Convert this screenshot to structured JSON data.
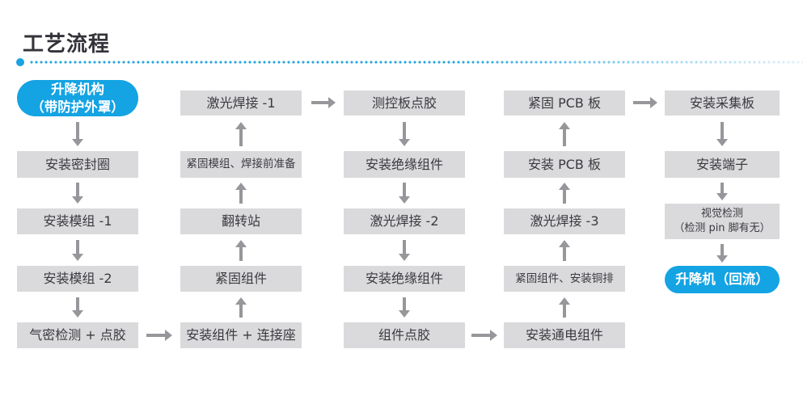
{
  "page": {
    "title": "工艺流程"
  },
  "colors": {
    "accent_blue": "#14a3e3",
    "box_gray": "#dadadc",
    "arrow_gray": "#97979b",
    "text_dark": "#3a3a40"
  },
  "flow": {
    "columns": [
      {
        "direction": "down",
        "steps": [
          {
            "label": "升降机构",
            "label2": "（带防护外罩）",
            "type": "highlight"
          },
          {
            "label": "安装密封圈"
          },
          {
            "label": "安装模组 -1"
          },
          {
            "label": "安装模组 -2"
          },
          {
            "label": "气密检测 + 点胶"
          }
        ]
      },
      {
        "direction": "up",
        "steps": [
          {
            "label": "激光焊接 -1"
          },
          {
            "label": "紧固模组、焊接前准备"
          },
          {
            "label": "翻转站"
          },
          {
            "label": "紧固组件"
          },
          {
            "label": "安装组件 + 连接座"
          }
        ]
      },
      {
        "direction": "down",
        "steps": [
          {
            "label": "测控板点胶"
          },
          {
            "label": "安装绝缘组件"
          },
          {
            "label": "激光焊接 -2"
          },
          {
            "label": "安装绝缘组件"
          },
          {
            "label": "组件点胶"
          }
        ]
      },
      {
        "direction": "up",
        "steps": [
          {
            "label": "紧固 PCB 板"
          },
          {
            "label": "安装 PCB 板"
          },
          {
            "label": "激光焊接 -3"
          },
          {
            "label": "紧固组件、安装铜排"
          },
          {
            "label": "安装通电组件"
          }
        ]
      },
      {
        "direction": "down",
        "steps": [
          {
            "label": "安装采集板"
          },
          {
            "label": "安装端子"
          },
          {
            "label": "视觉检测",
            "label2": "（检测 pin 脚有无）"
          },
          {
            "label": "升降机（回流）",
            "type": "highlight"
          }
        ]
      }
    ]
  }
}
